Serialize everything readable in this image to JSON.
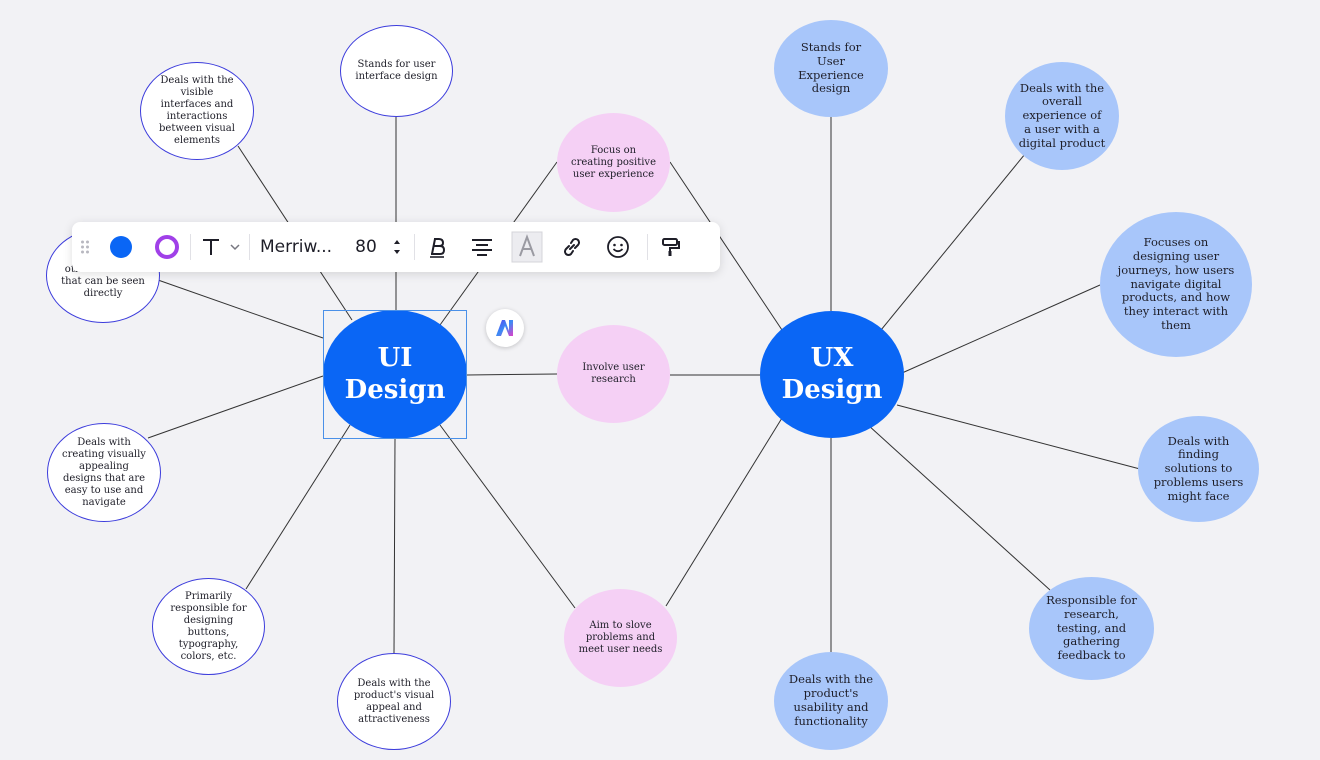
{
  "ui_center": {
    "line1": "UI",
    "line2": "Design"
  },
  "ux_center": {
    "line1": "UX",
    "line2": "Design"
  },
  "ui_leaves": [
    {
      "lines": [
        "Stands for user",
        "interface design"
      ]
    },
    {
      "lines": [
        "Deals with the",
        "visible",
        "interfaces and",
        "interactions",
        "between visual",
        "elements"
      ]
    },
    {
      "lines": [
        "...",
        "other elements",
        "that can be seen",
        "directly"
      ]
    },
    {
      "lines": [
        "Deals with",
        "creating visually",
        "appealing",
        "designs that are",
        "easy to use and",
        "navigate"
      ]
    },
    {
      "lines": [
        "Primarily",
        "responsible for",
        "designing",
        "buttons,",
        "typography,",
        "colors, etc."
      ]
    },
    {
      "lines": [
        "Deals with the",
        "product's visual",
        "appeal and",
        "attractiveness"
      ]
    }
  ],
  "mid_leaves": [
    {
      "lines": [
        "Focus on",
        "creating positive",
        "user experience"
      ]
    },
    {
      "lines": [
        "Involve user",
        "research"
      ]
    },
    {
      "lines": [
        "Aim to slove",
        "problems and",
        "meet user needs"
      ]
    }
  ],
  "ux_leaves": [
    {
      "lines": [
        "Stands for",
        "User",
        "Experience",
        "design"
      ]
    },
    {
      "lines": [
        "Deals with the",
        "overall",
        "experience of",
        "a user with a",
        "digital product"
      ]
    },
    {
      "lines": [
        "Focuses on",
        "designing user",
        "journeys, how users",
        "navigate digital",
        "products, and how",
        "they interact with",
        "them"
      ]
    },
    {
      "lines": [
        "Deals with",
        "finding",
        "solutions to",
        "problems users",
        "might face"
      ]
    },
    {
      "lines": [
        "Responsible for",
        "research,",
        "testing, and",
        "gathering",
        "feedback to"
      ]
    },
    {
      "lines": [
        "Deals with the",
        "product's",
        "usability and",
        "functionality"
      ]
    }
  ],
  "toolbar": {
    "font_name": "Merriw...",
    "font_size": "80",
    "fill_color": "#0a66f5",
    "border_color": "#a040e8",
    "icons": [
      "drag-handle-icon",
      "text-type-icon",
      "chevron-down-icon",
      "stepper-icon",
      "bold-icon",
      "align-center-icon",
      "text-highlight-icon",
      "link-icon",
      "emoji-icon",
      "format-painter-icon"
    ]
  },
  "colors": {
    "center_fill": "#0a66f5",
    "ui_leaf_border": "#3c3cdc",
    "mid_leaf_fill": "#f5d0f5",
    "ux_leaf_fill": "#a8c6fa",
    "edge": "#333333"
  }
}
